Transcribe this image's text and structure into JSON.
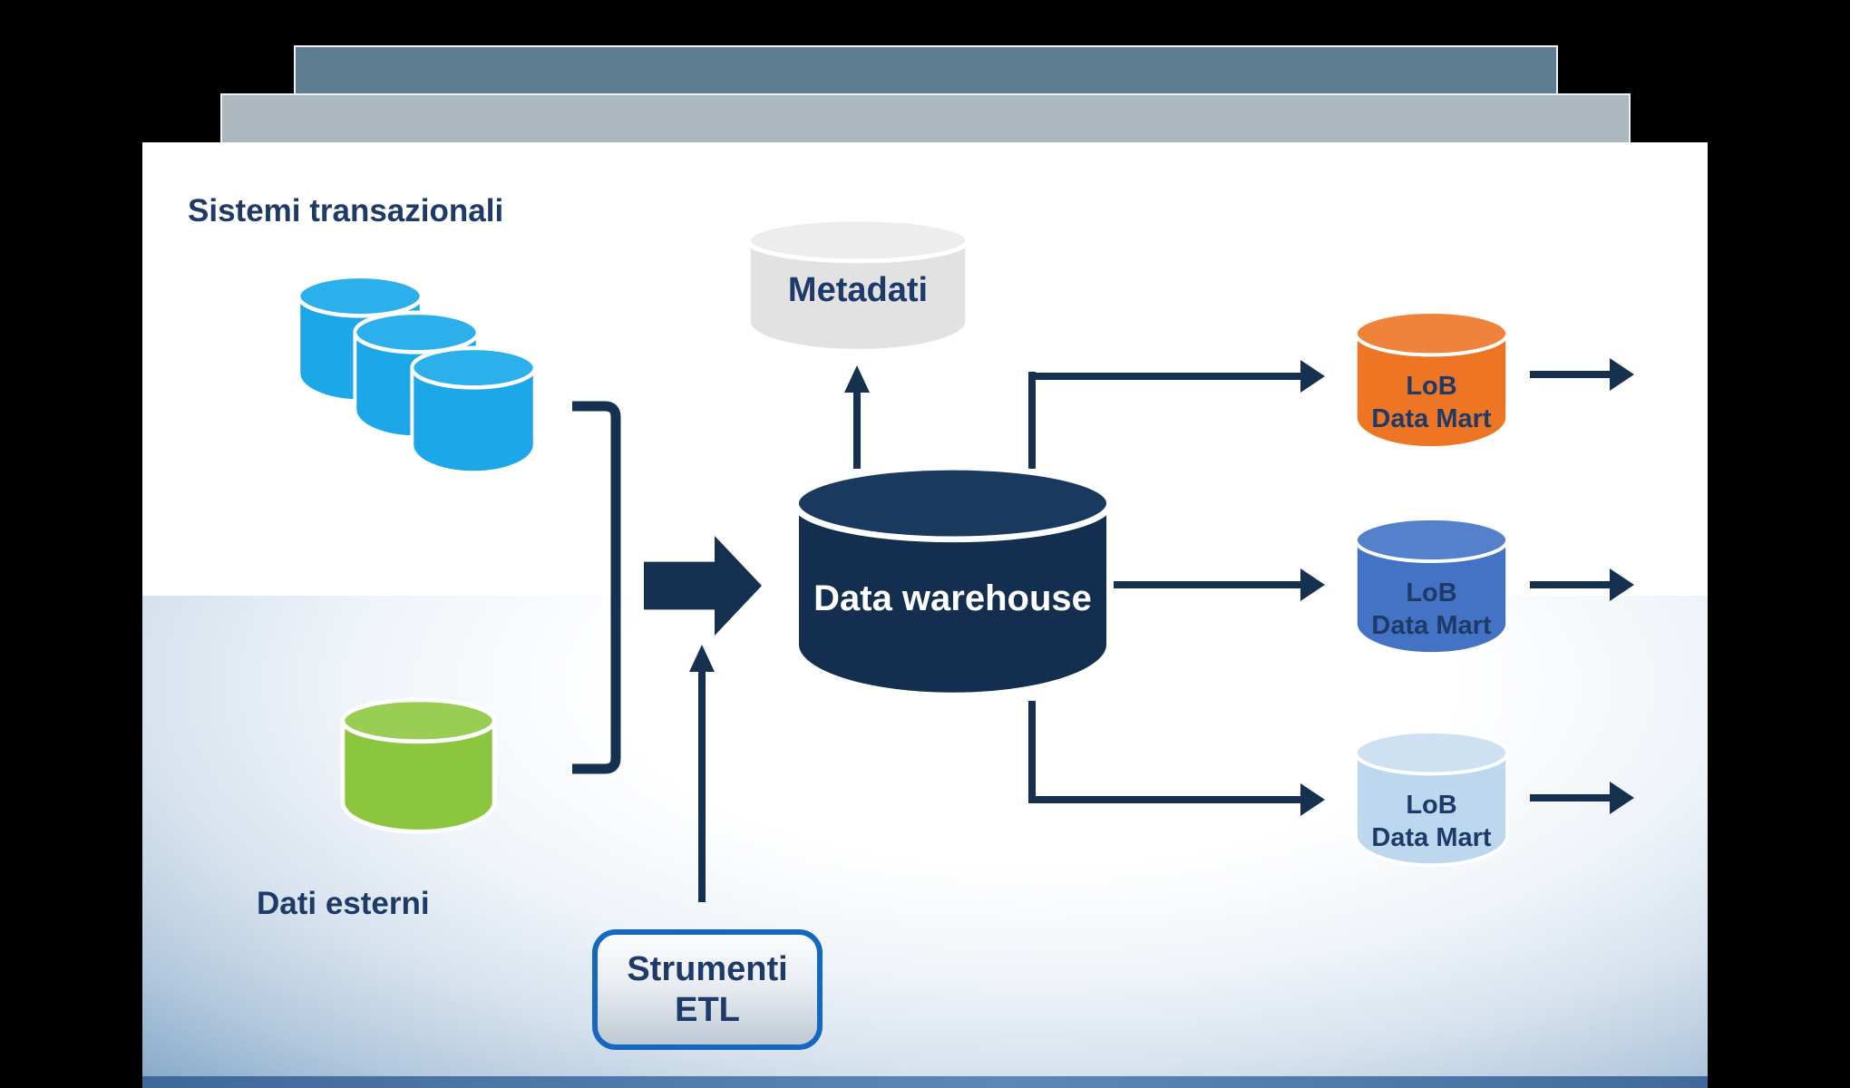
{
  "slide": {
    "background": "#000000",
    "page_color": "#ffffff",
    "stacked_bar_back_color": "#5e7c90",
    "stacked_bar_front_color": "#adb7c0",
    "glow_color": "#5a80a8"
  },
  "labels": {
    "transactional_title": "Sistemi transazionali",
    "external_data": "Dati esterni"
  },
  "nodes": {
    "transactional_sources": {
      "shape": "cylinder-x3",
      "color": "#1ba7e8"
    },
    "external_source": {
      "shape": "cylinder",
      "color": "#8cc63f"
    },
    "metadata": {
      "label": "Metadati",
      "color": "#e2e2e2"
    },
    "warehouse": {
      "label": "Data warehouse",
      "color": "#132e4e",
      "text_color": "#ffffff"
    },
    "etl": {
      "line1": "Strumenti",
      "line2": "ETL",
      "border_color": "#1568bf"
    },
    "data_marts": [
      {
        "line1": "LoB",
        "line2": "Data Mart",
        "color": "#ee7524"
      },
      {
        "line1": "LoB",
        "line2": "Data Mart",
        "color": "#4472c4"
      },
      {
        "line1": "LoB",
        "line2": "Data Mart",
        "color": "#bdd7ee"
      }
    ]
  },
  "palette": {
    "connector_navy": "#15314f",
    "label_text": "#1d3a68"
  }
}
